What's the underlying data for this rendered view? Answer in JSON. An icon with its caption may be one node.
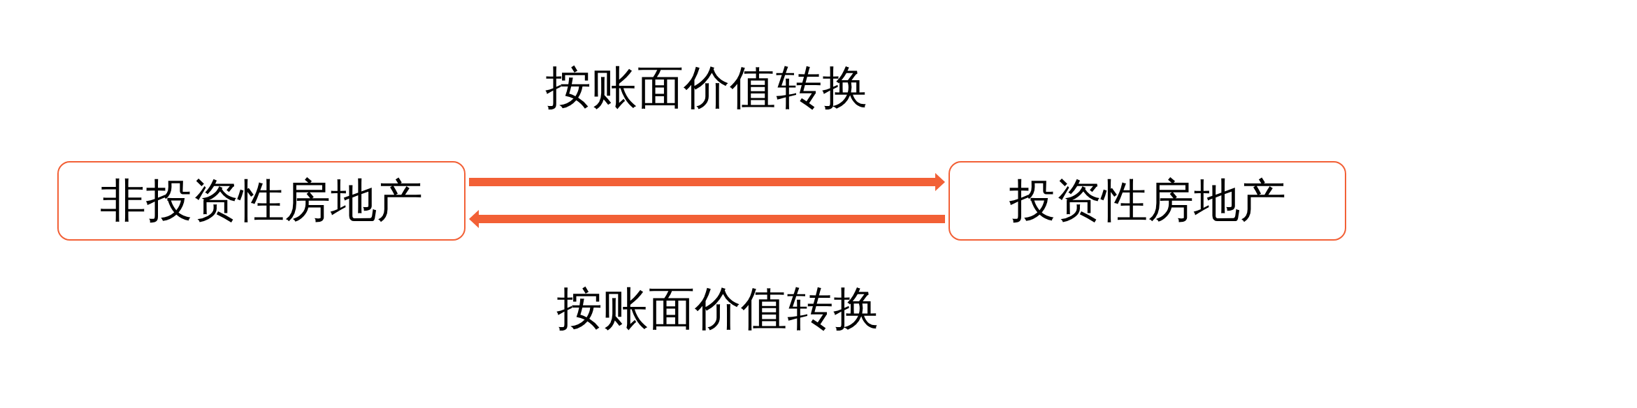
{
  "diagram": {
    "nodes": [
      {
        "text": [
          "非投资性房地产"
        ]
      },
      {
        "text": [
          "投资性房地产"
        ]
      }
    ],
    "edges": [
      {
        "from": 0,
        "to": 1,
        "arrow": "to",
        "label": "按账面价值转换"
      },
      {
        "from": 1,
        "to": 0,
        "arrow": "to",
        "label": "按账面价值转换"
      }
    ]
  }
}
